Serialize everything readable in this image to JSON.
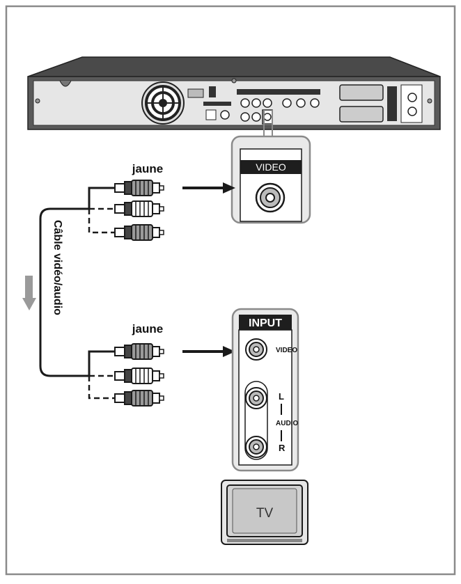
{
  "colors": {
    "frame": "#8a8a8a",
    "device_dark": "#3e3e3e",
    "device_panel": "#e9e9e9",
    "label_bar": "#1e1e1e",
    "cable": "#1a1a1a",
    "arrow_gray": "#9a9a9a"
  },
  "recorder": {
    "panel_label": "VIDEO"
  },
  "cable": {
    "label": "Câble vidéo/audio",
    "top_plug_label": "jaune",
    "bottom_plug_label": "jaune"
  },
  "tv_panel": {
    "header": "INPUT",
    "video_label": "VIDEO",
    "left_label": "L",
    "audio_label": "AUDIO",
    "right_label": "R"
  },
  "tv": {
    "label": "TV"
  }
}
